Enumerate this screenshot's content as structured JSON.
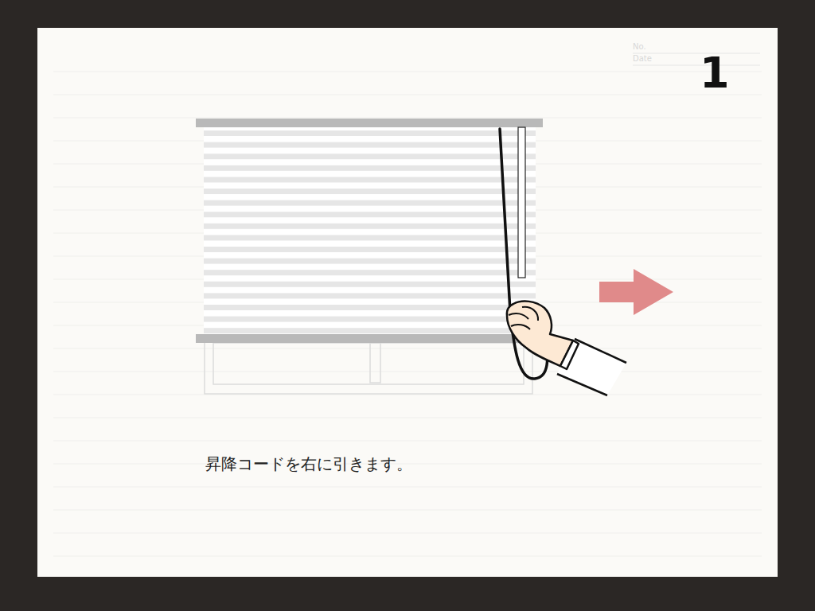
{
  "diagram": {
    "labels": [
      "1",
      "昇降コードを右に引きます。",
      "No.",
      "Date"
    ]
  }
}
